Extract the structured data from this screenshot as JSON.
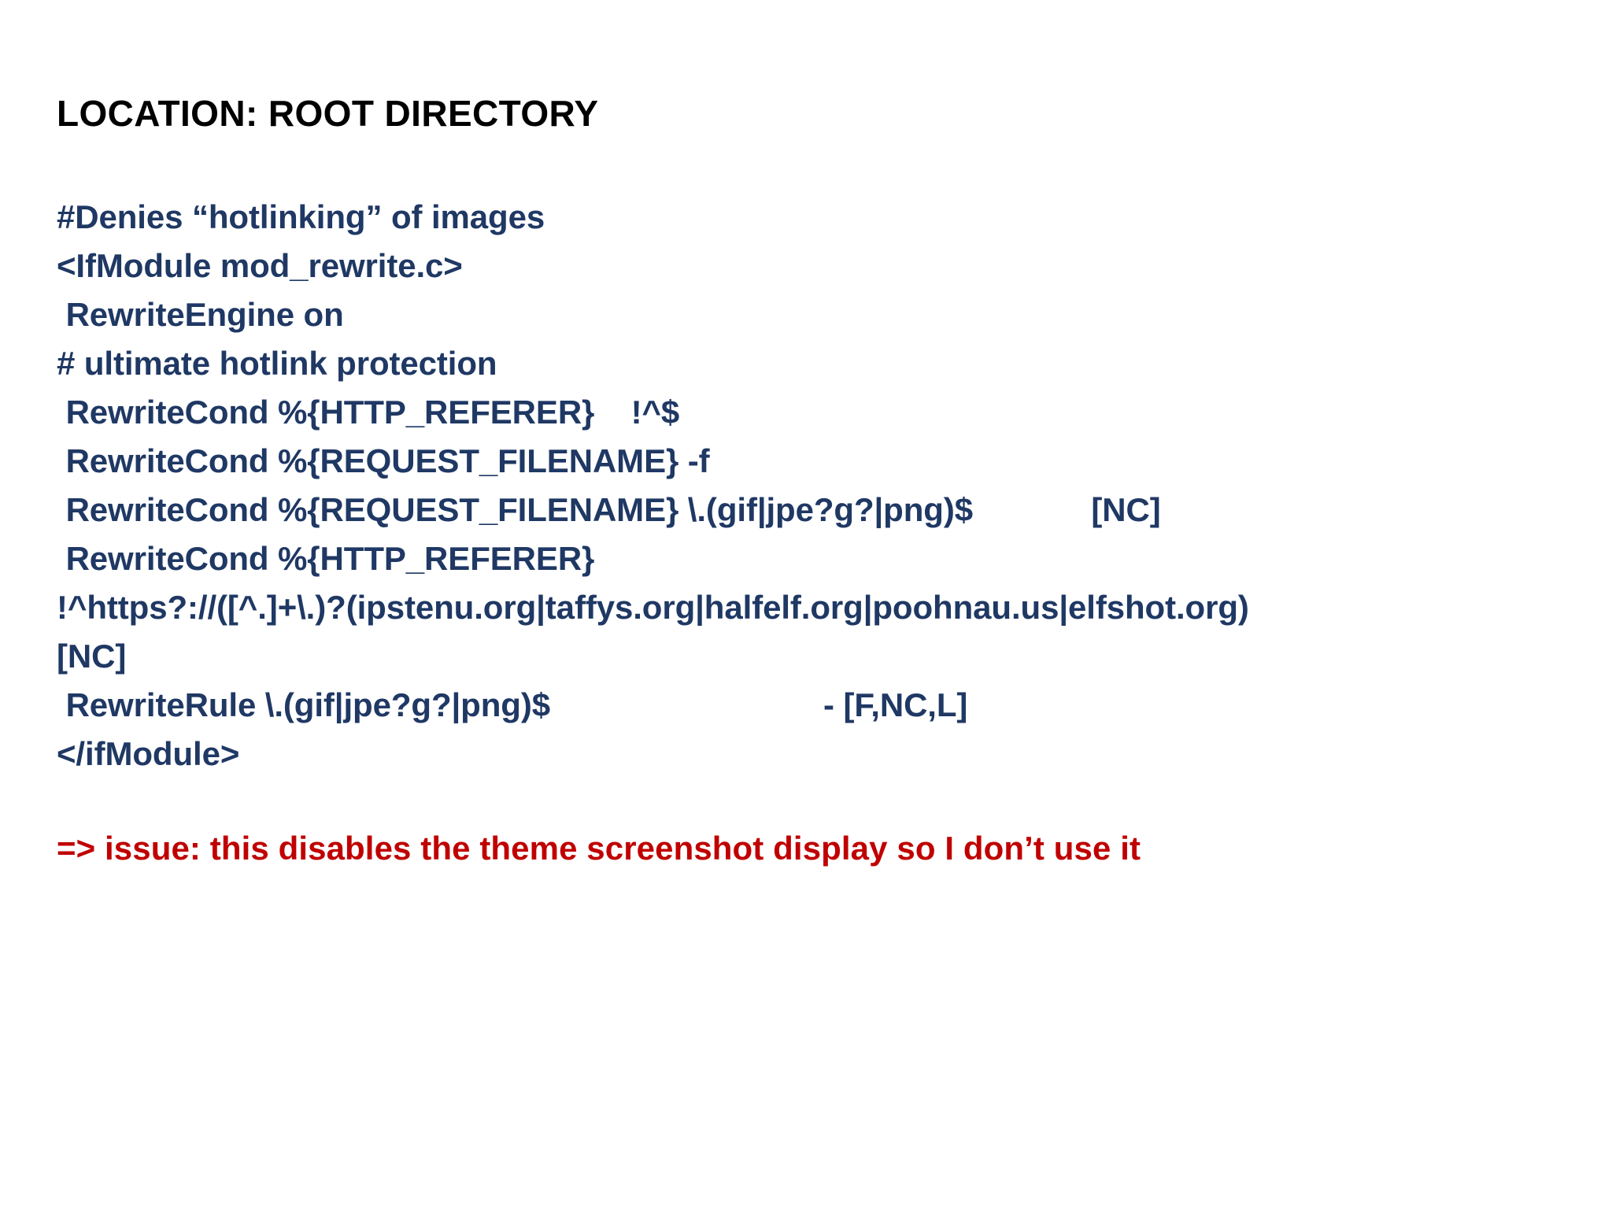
{
  "slide": {
    "title": "LOCATION: ROOT DIRECTORY",
    "background_color": "#FFFFFF",
    "title_color": "#000000",
    "code_color": "#1F3864",
    "note_color": "#C00000"
  },
  "code": {
    "lines": [
      "#Denies “hotlinking” of images",
      "<IfModule mod_rewrite.c>",
      " RewriteEngine on",
      "# ultimate hotlink protection",
      " RewriteCond %{HTTP_REFERER}    !^$",
      " RewriteCond %{REQUEST_FILENAME} -f",
      " RewriteCond %{REQUEST_FILENAME} \\.(gif|jpe?g?|png)$             [NC]",
      " RewriteCond %{HTTP_REFERER}",
      "!^https?://([^.]+\\.)?(ipstenu.org|taffys.org|halfelf.org|poohnau.us|elfshot.org)",
      "[NC]",
      " RewriteRule \\.(gif|jpe?g?|png)$                              - [F,NC,L]",
      "</ifModule>"
    ]
  },
  "note": {
    "text": "=> issue: this disables the theme screenshot display so I don’t use it"
  }
}
